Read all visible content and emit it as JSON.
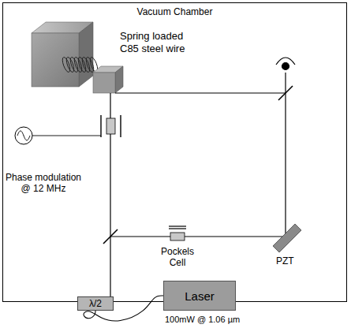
{
  "diagram": {
    "nodes": [
      {
        "text": [
          "Vacuum Chamber"
        ]
      },
      {
        "text": [
          "λ/2"
        ]
      },
      {
        "text": [
          "Laser"
        ]
      }
    ],
    "edges": [
      {
        "from": 1,
        "to": 2,
        "arrow": "none"
      }
    ],
    "labels": [
      "Spring loaded C85 steel wire",
      "Phase modulation @ 12 MHz",
      "Pockels Cell",
      "PZT",
      "100mW @ 1.06 µm"
    ]
  }
}
